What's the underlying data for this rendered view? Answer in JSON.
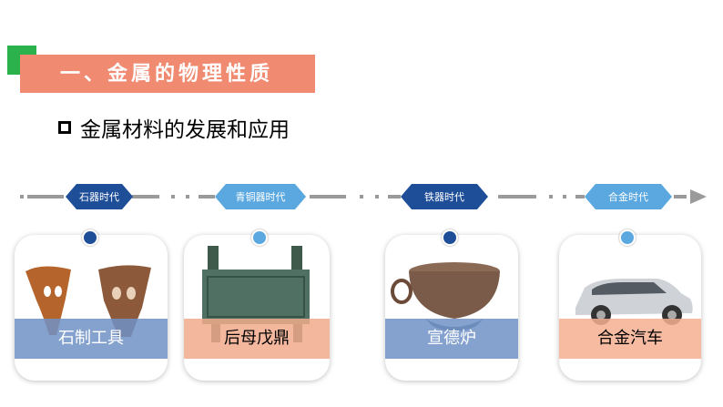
{
  "header": {
    "title": "一、金属的物理性质",
    "subtitle": "金属材料的发展和应用"
  },
  "timeline": {
    "eras": [
      {
        "label": "石器时代",
        "tone": "dark"
      },
      {
        "label": "青铜器时代",
        "tone": "light"
      },
      {
        "label": "铁器时代",
        "tone": "dark"
      },
      {
        "label": "合金时代",
        "tone": "light"
      }
    ]
  },
  "cards": [
    {
      "label": "石制工具",
      "icon": "stone-tools-icon"
    },
    {
      "label": "后母戊鼎",
      "icon": "bronze-ding-icon"
    },
    {
      "label": "宣德炉",
      "icon": "xuande-censer-icon"
    },
    {
      "label": "合金汽车",
      "icon": "car-icon"
    }
  ],
  "colors": {
    "banner": "#f08b72",
    "accent_green": "#2bb24c",
    "dark_blue": "#1f4e99",
    "light_blue": "#5aa8df",
    "timeline_gray": "#9a9a9a"
  }
}
